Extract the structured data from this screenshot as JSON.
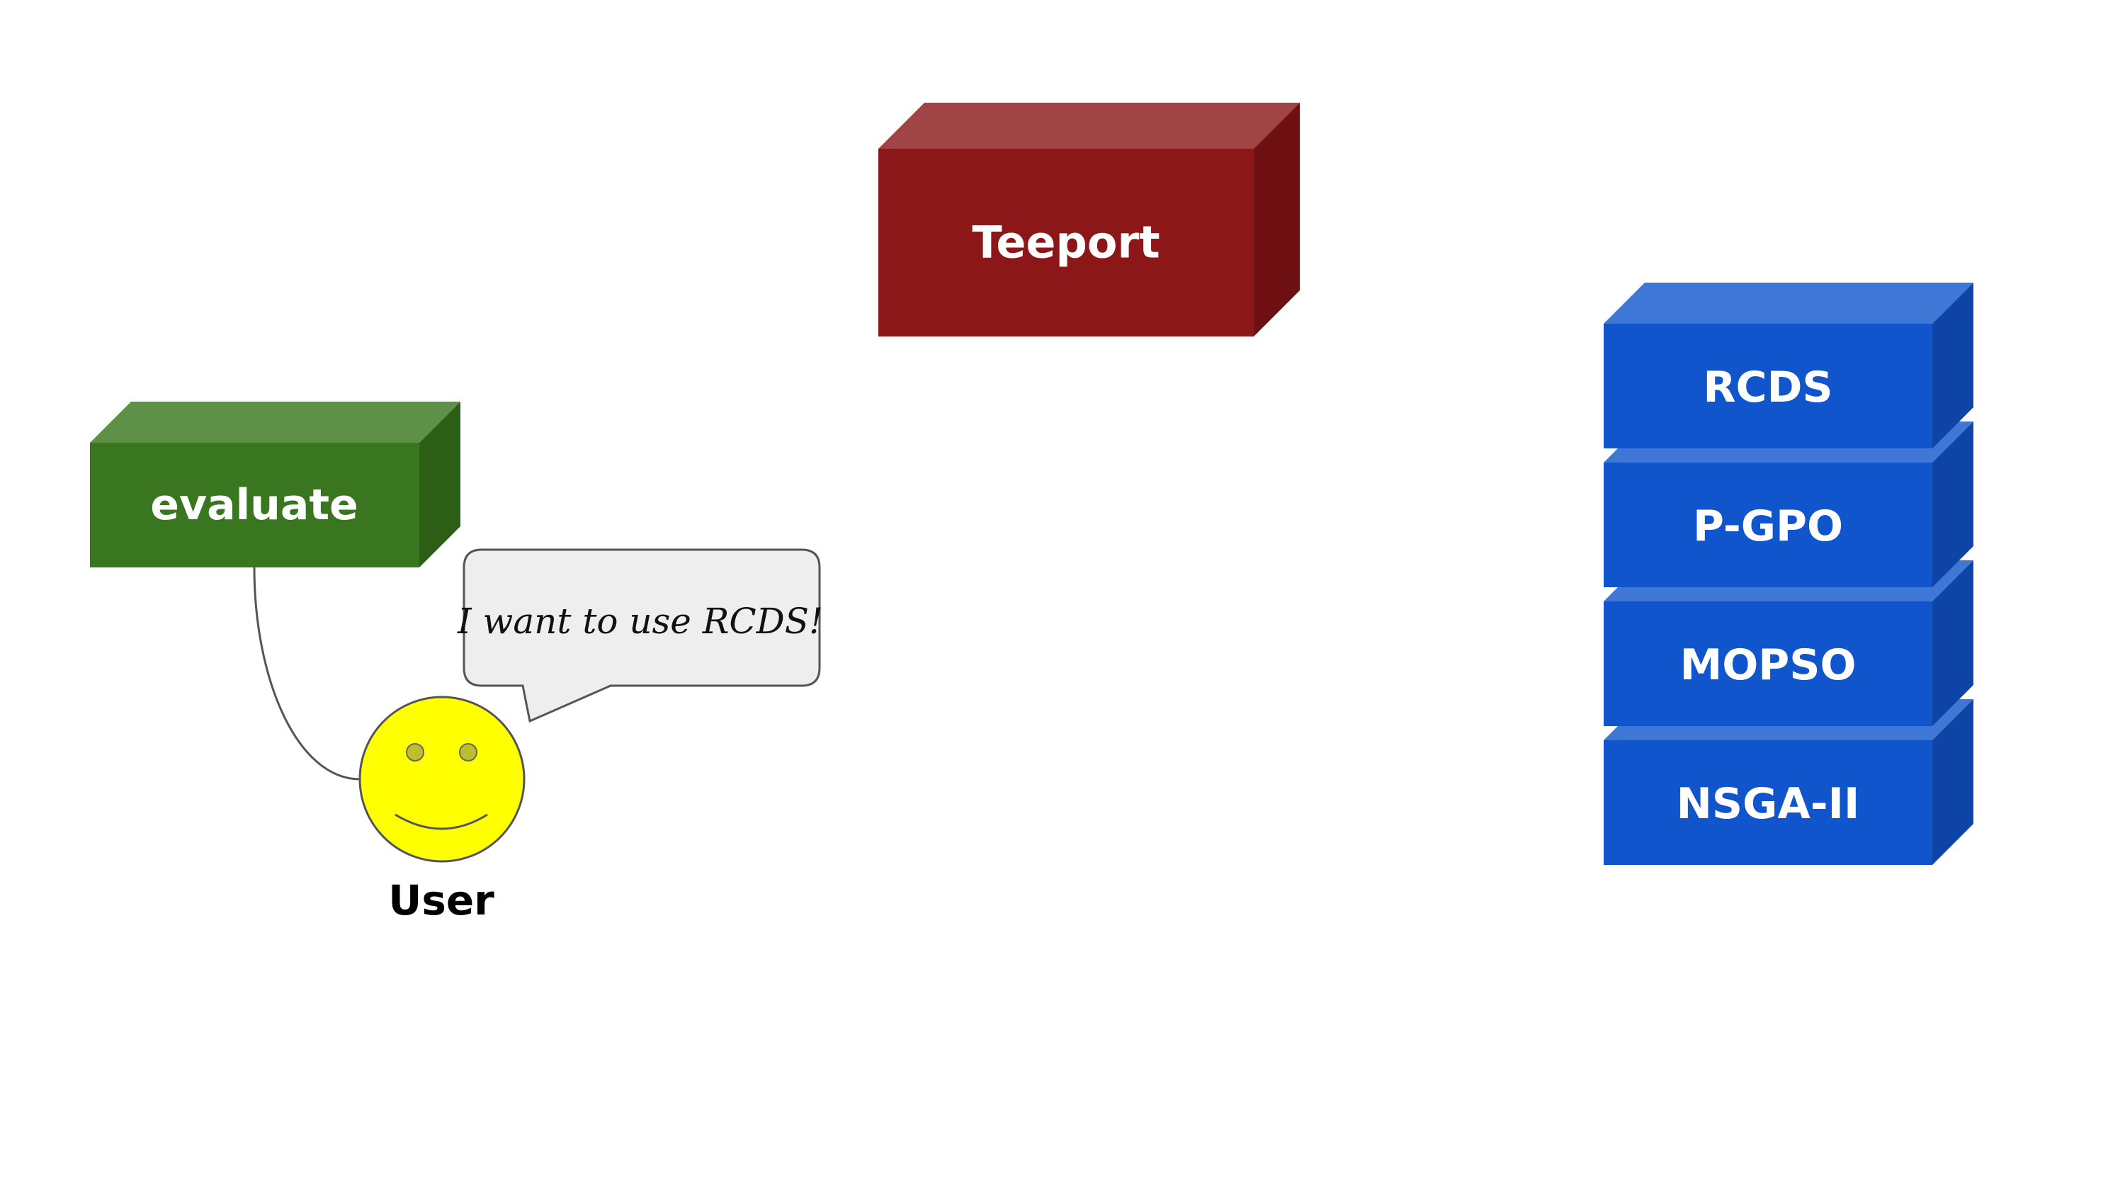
{
  "diagram": {
    "teeport": {
      "label": "Teeport",
      "colors": {
        "front": "#8C1719",
        "top": "#A04445",
        "side": "#6E1012"
      }
    },
    "evaluate": {
      "label": "evaluate",
      "colors": {
        "front": "#3A7520",
        "top": "#5E9048",
        "side": "#2C5E16"
      }
    },
    "algorithms": {
      "colors": {
        "front": "#1155CC",
        "top": "#3F77D6",
        "side": "#0E44A6"
      },
      "items": [
        {
          "label": "RCDS"
        },
        {
          "label": "P-GPO"
        },
        {
          "label": "MOPSO"
        },
        {
          "label": "NSGA-II"
        }
      ]
    },
    "user": {
      "label": "User",
      "face_color": "#FFFF00",
      "eye_color": "#BDBD2E"
    },
    "speech_bubble": {
      "text": "I want to use RCDS!",
      "fill": "#EEEEEE"
    }
  }
}
